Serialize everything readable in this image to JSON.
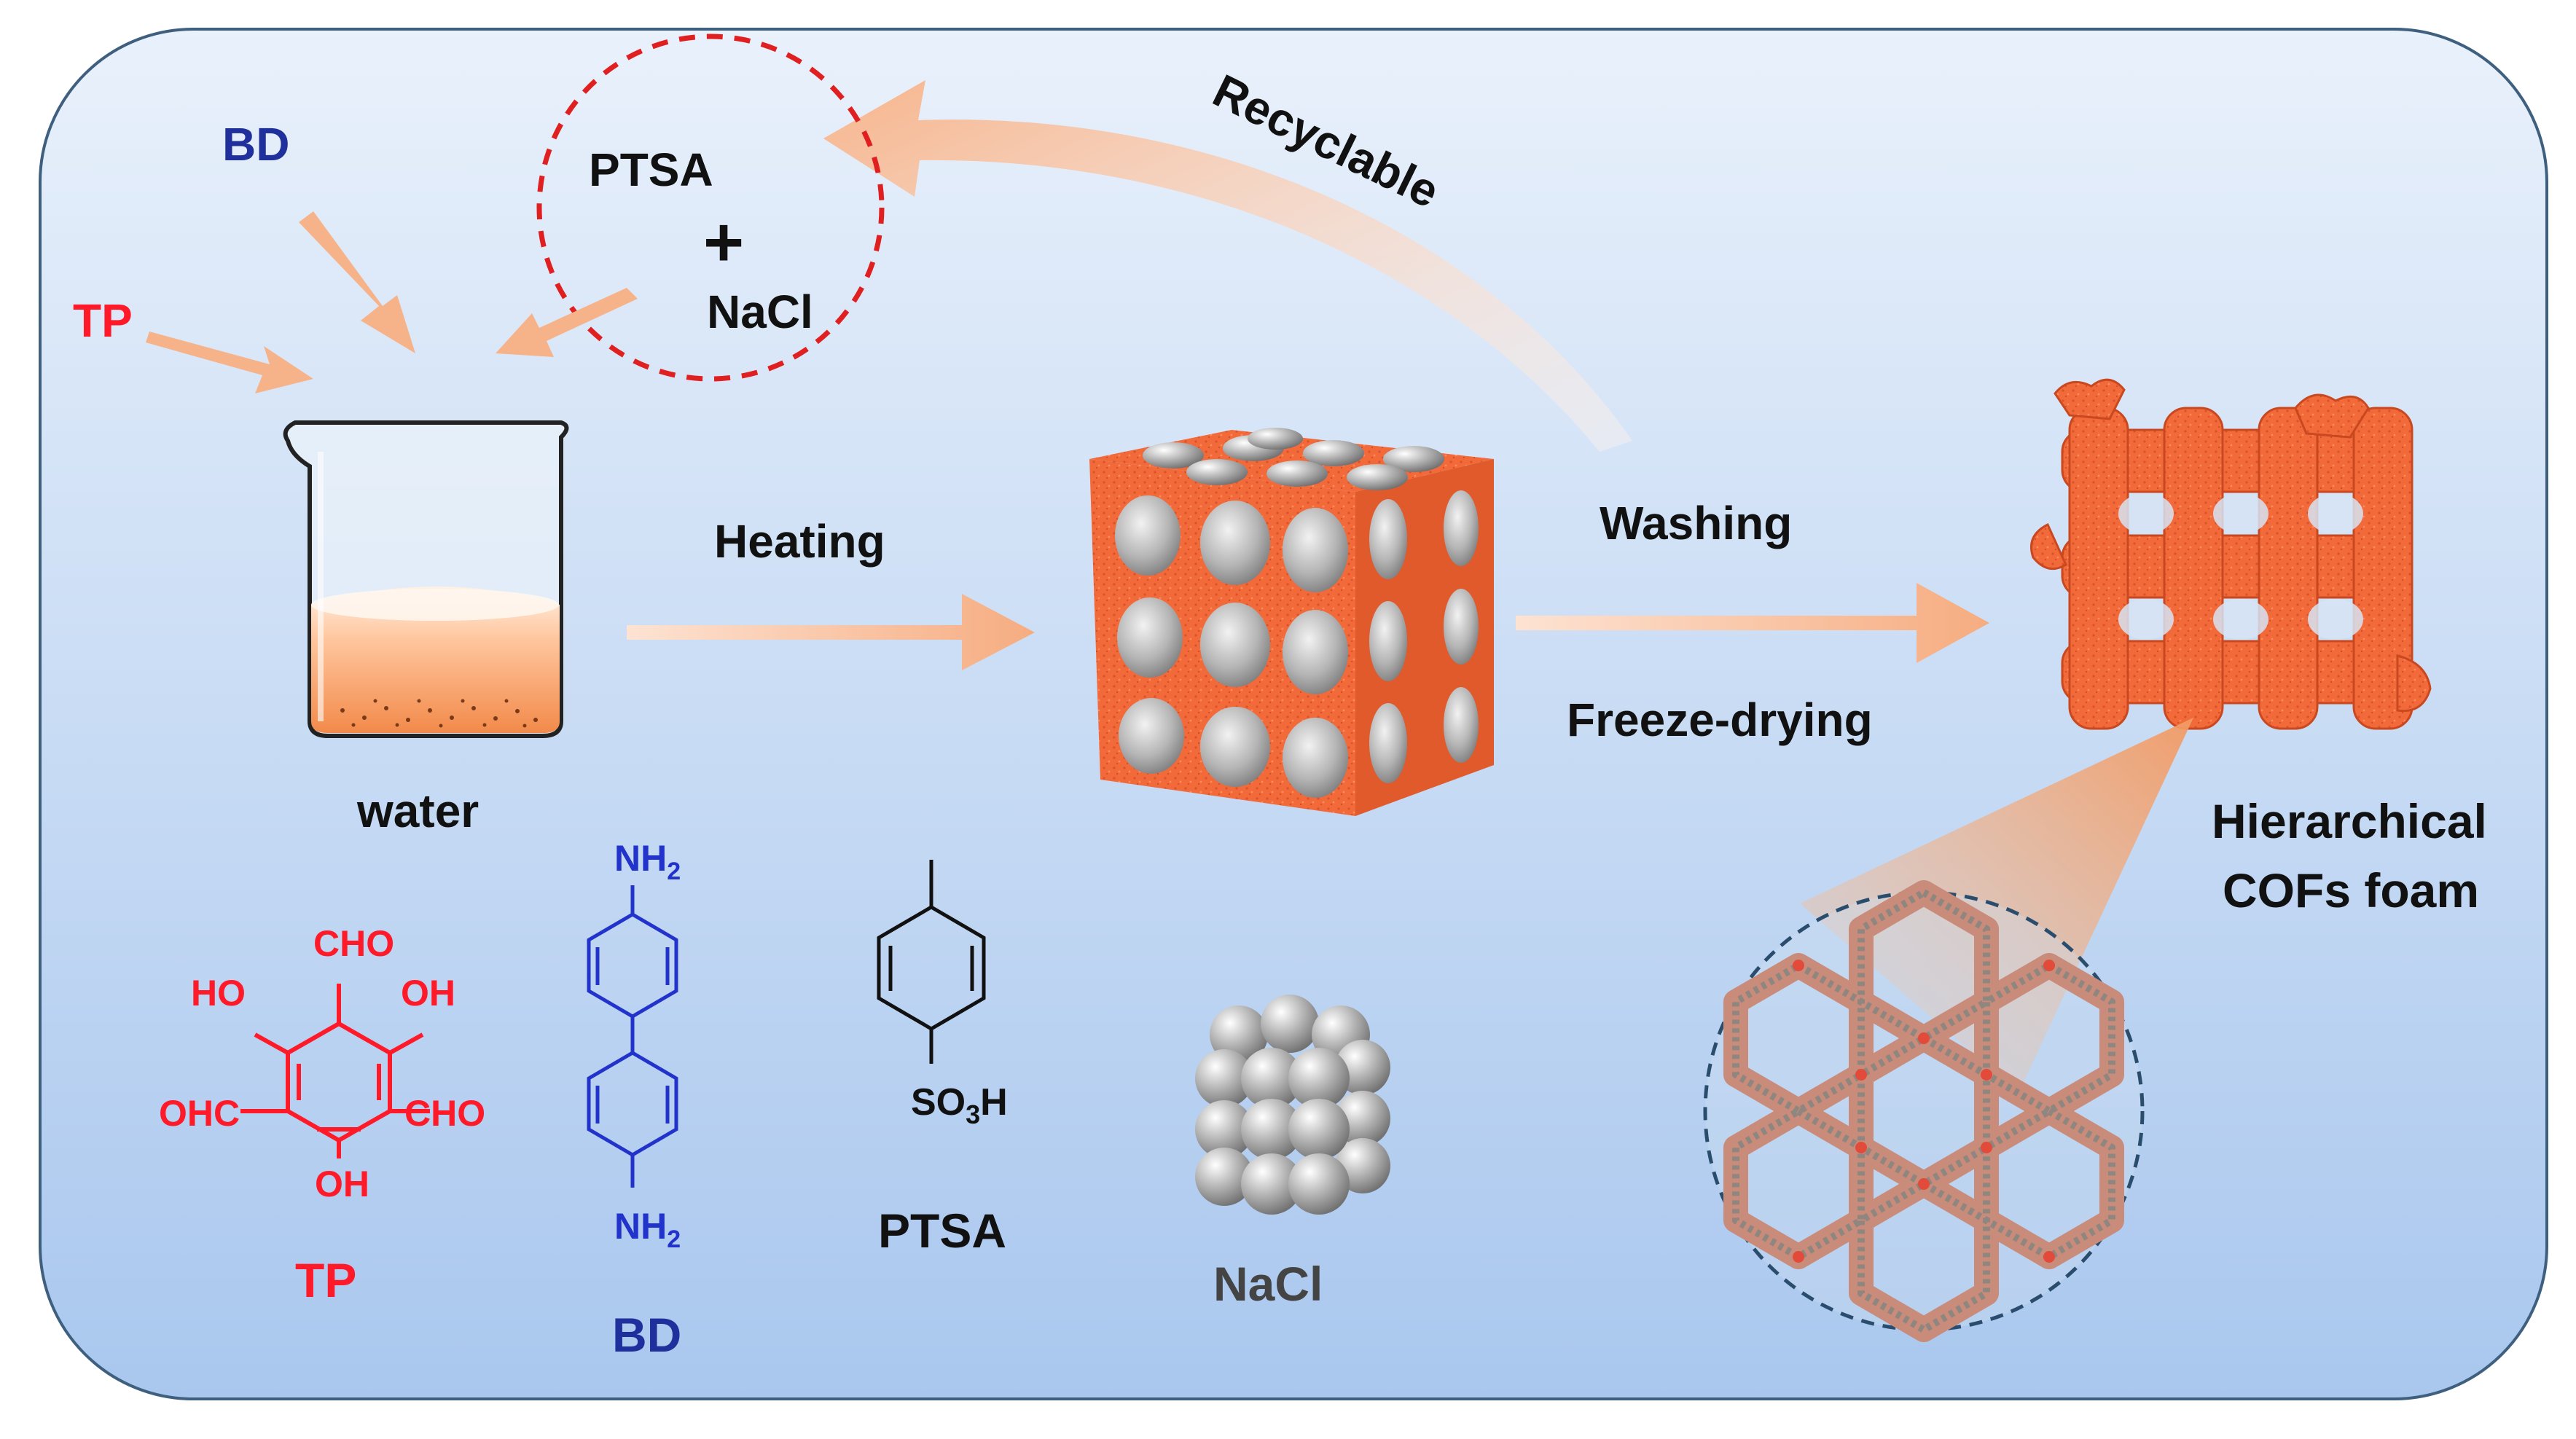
{
  "reagents": {
    "bd_top": "BD",
    "tp_top": "TP",
    "ptsa_top": "PTSA",
    "plus": "+",
    "nacl_top": "NaCl"
  },
  "steps": {
    "recyclable": "Recyclable",
    "heating": "Heating",
    "washing": "Washing",
    "freeze_drying": "Freeze-drying",
    "water": "water"
  },
  "product": {
    "line1": "Hierarchical",
    "line2": "COFs foam"
  },
  "structures": {
    "tp": {
      "name": "TP",
      "top_group": "CHO",
      "left_oh": "HO",
      "right_oh": "OH",
      "left_cho": "OHC",
      "right_cho": "CHO",
      "bottom_oh": "OH"
    },
    "bd": {
      "name": "BD",
      "top_group": "NH",
      "top_sub": "2",
      "bottom_group": "NH",
      "bottom_sub": "2"
    },
    "ptsa": {
      "name": "PTSA",
      "group_a": "SO",
      "group_sub": "3",
      "group_b": "H"
    },
    "nacl": {
      "name": "NaCl"
    }
  },
  "colors": {
    "tp_red": "#ff1a2a",
    "bd_blue": "#1f2f9c",
    "bd_structure_blue": "#2233cc",
    "text_dark": "#111111",
    "nacl_gray": "#444444",
    "cof_orange": "#f26a3a",
    "arrow_peach": "#f7b58c",
    "panel_top": "#e9f1fb",
    "panel_bottom": "#a9c7ee",
    "dashed_red": "#e02020",
    "dashed_blue": "#2a4d6e"
  },
  "icons": [
    "beaker-icon",
    "porous-cube-icon",
    "cof-foam-icon",
    "nacl-crystal-icon",
    "cof-hexagonal-framework-icon"
  ]
}
